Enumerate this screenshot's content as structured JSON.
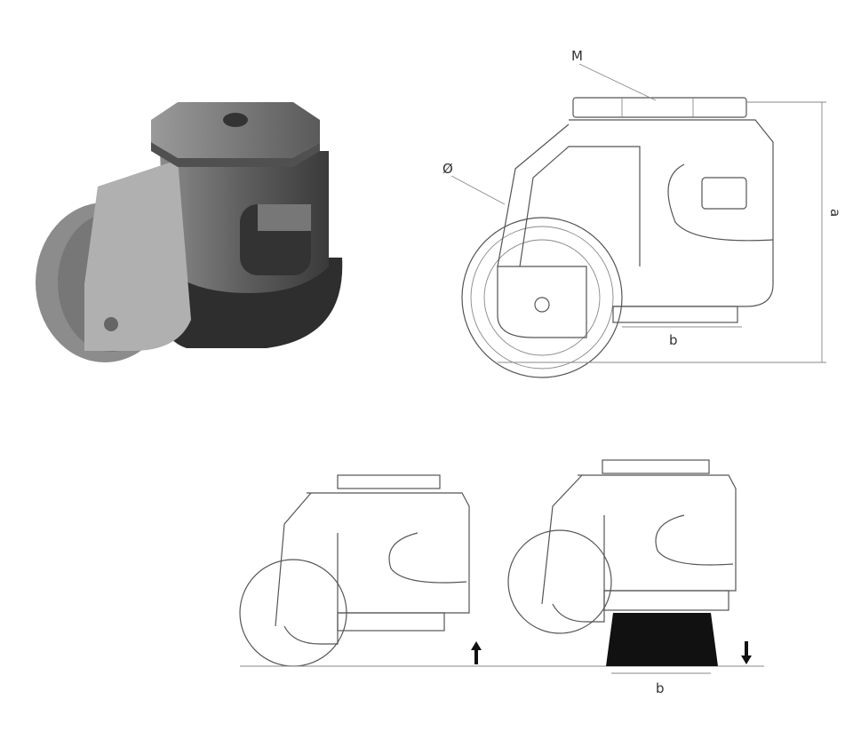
{
  "labels": {
    "thread": "M",
    "wheel_diameter": "Ø",
    "height": "a",
    "base_width_top": "b",
    "base_width_bottom": "b"
  },
  "colors": {
    "metal_dark": "#3a3a3a",
    "metal_mid": "#6b6b6b",
    "metal_light": "#a8a8a8",
    "pad": "#111111",
    "line": "#555555"
  }
}
